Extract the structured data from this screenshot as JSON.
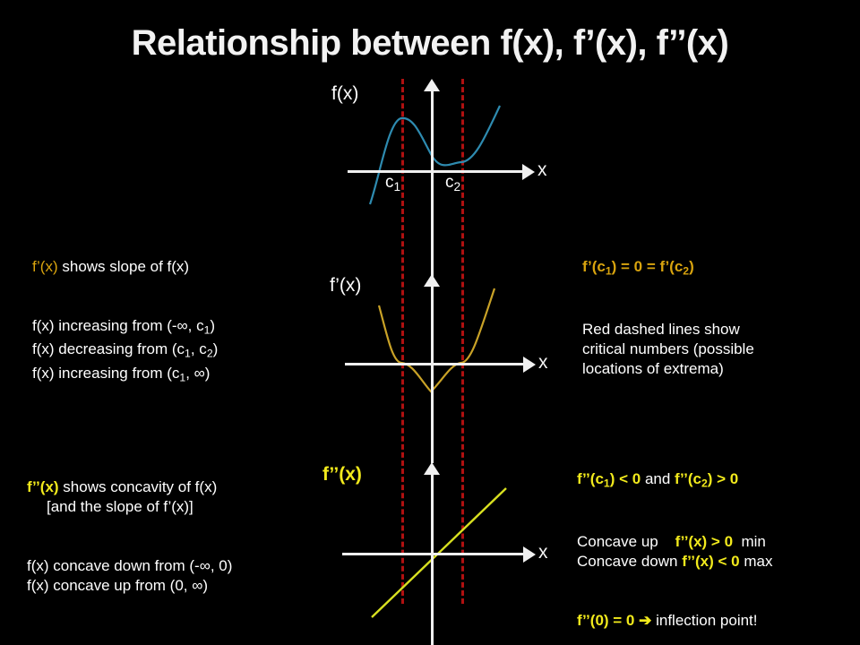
{
  "slide": {
    "title": "Relationship between f(x), f’(x), f’’(x)",
    "background_color": "#000000"
  },
  "colors": {
    "f_curve": "#2e8bb0",
    "fprime_curve": "#c9a227",
    "fdoubleprime_curve": "#d8e020",
    "critical_line": "#b01010",
    "axis": "#f0f0f0",
    "gold_text": "#d9a40e",
    "yellow_text": "#f2ea1c",
    "body_text": "#ffffff"
  },
  "graphs": {
    "f": {
      "label": "f(x)",
      "axis_label": "x",
      "tick_labels": [
        "c",
        "1",
        "c",
        "2"
      ],
      "c1_label": "c",
      "c1_sub": "1",
      "c2_label": "c",
      "c2_sub": "2"
    },
    "fprime": {
      "label": "f’(x)",
      "axis_label": "x"
    },
    "fdoubleprime": {
      "label": "f’’(x)",
      "axis_label": "x"
    }
  },
  "text_left_fprime": {
    "heading_accent": "f’(x)",
    "heading_rest": " shows slope of f(x)",
    "lines": [
      {
        "pre": "f(x) increasing from (-∞, c",
        "sub": "1",
        "post": ")"
      },
      {
        "pre": "f(x) decreasing from (c",
        "sub": "1",
        "mid": ", c",
        "sub2": "2",
        "post": ")"
      },
      {
        "pre": "f(x) increasing from (c",
        "sub": "1",
        "post": ", ∞)"
      }
    ]
  },
  "text_right_fprime": {
    "equation_pre": "f’(c",
    "equation_sub1": "1",
    "equation_mid": ") = 0 = f’(c",
    "equation_sub2": "2",
    "equation_post": ")",
    "lines": [
      "Red dashed lines show",
      "critical numbers (possible",
      "locations of extrema)"
    ]
  },
  "text_left_fdoubleprime": {
    "heading_accent": "f’’(x)",
    "heading_rest": " shows concavity of f(x)",
    "heading_line2": "[and the slope of f’(x)]",
    "lines": [
      "f(x) concave down from (-∞, 0)",
      "f(x) concave up from (0, ∞)"
    ]
  },
  "text_right_fdoubleprime": {
    "eq_a_pre": "f’’(c",
    "eq_a_sub": "1",
    "eq_a_mid": ") < 0",
    "eq_a_and": "  and  ",
    "eq_a_pre2": "f’’(c",
    "eq_a_sub2": "2",
    "eq_a_post": ") > 0",
    "concave_up_label": "Concave up",
    "concave_up_cond": "f’’(x) > 0",
    "concave_up_result": "min",
    "concave_down_label": "Concave down",
    "concave_down_cond": "f’’(x) < 0",
    "concave_down_result": "max",
    "inflection_eq": "f’’(0) = 0",
    "inflection_arrow": "➔",
    "inflection_text": " inflection point!"
  },
  "chart_data": [
    {
      "type": "line",
      "title": "f(x)",
      "xlabel": "x",
      "ylabel": "",
      "description": "Cubic curve with local maximum at c1 and local minimum at c2",
      "annotations": [
        "c1",
        "c2"
      ],
      "critical_x": [
        448,
        515
      ],
      "x": [
        410,
        425,
        440,
        448,
        460,
        480,
        500,
        515,
        530,
        545,
        560
      ],
      "y_note": "local max at c1, inflection at x=0 (y-axis), local min at c2"
    },
    {
      "type": "line",
      "title": "f’(x)",
      "xlabel": "x",
      "ylabel": "",
      "description": "Upward parabola with roots exactly at c1 and c2",
      "roots": [
        "c1",
        "c2"
      ],
      "vertex_note": "minimum between c1 and c2, below x-axis"
    },
    {
      "type": "line",
      "title": "f’’(x)",
      "xlabel": "x",
      "ylabel": "",
      "description": "Straight line with positive slope passing through origin",
      "root": 0,
      "slope_sign": "positive"
    }
  ]
}
